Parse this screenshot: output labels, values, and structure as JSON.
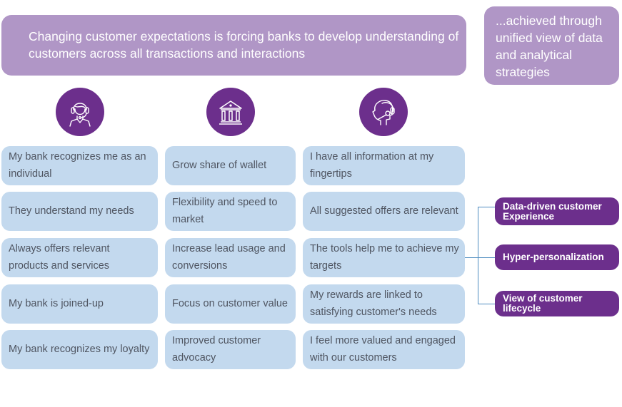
{
  "header": {
    "main_text": "Changing customer expectations is forcing banks to develop understanding of customers across all transactions and interactions",
    "side_text": "...achieved through unified view of data and analytical strategies"
  },
  "columns": [
    {
      "icon": "customer-headset-person-icon",
      "items": [
        "My bank recognizes me as an individual",
        "They understand my needs",
        "Always offers relevant products and services",
        "My bank is joined-up",
        "My bank recognizes my loyalty"
      ]
    },
    {
      "icon": "bank-building-icon",
      "items": [
        "Grow share of wallet",
        "Flexibility and speed to market",
        "Increase lead usage and conversions",
        "Focus on customer value",
        "Improved customer advocacy"
      ]
    },
    {
      "icon": "agent-head-headset-icon",
      "items": [
        "I have all information at my fingertips",
        "All suggested offers are relevant",
        "The tools help me to achieve my targets",
        "My rewards are linked to satisfying customer's needs",
        "I feel more valued and engaged with our customers"
      ]
    }
  ],
  "outcomes": [
    "Data-driven customer Experience",
    "Hyper-personalization",
    "View of customer lifecycle"
  ],
  "colors": {
    "banner": "#b096c6",
    "icon_circle": "#6c2f8c",
    "card": "#c3d9ee",
    "card_text": "#4f5561",
    "pill": "#6c2f8c",
    "connector": "#4f8cc0"
  }
}
